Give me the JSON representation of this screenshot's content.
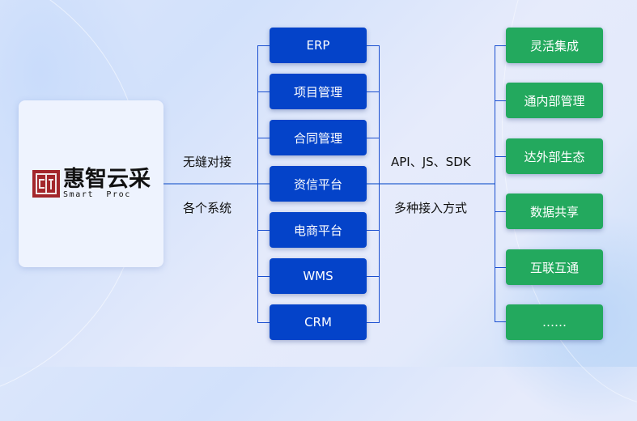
{
  "logo": {
    "name_cn": "惠智云采",
    "name_en": "Smart  Proc",
    "mark_color": "#a3262a"
  },
  "left_labels": {
    "top": "无缝对接",
    "bottom": "各个系统"
  },
  "systems": [
    {
      "label": "ERP"
    },
    {
      "label": "项目管理"
    },
    {
      "label": "合同管理"
    },
    {
      "label": "资信平台"
    },
    {
      "label": "电商平台"
    },
    {
      "label": "WMS"
    },
    {
      "label": "CRM"
    }
  ],
  "middle_labels": {
    "top": "API、JS、SDK",
    "bottom": "多种接入方式"
  },
  "benefits": [
    {
      "label": "灵活集成"
    },
    {
      "label": "通内部管理"
    },
    {
      "label": "达外部生态"
    },
    {
      "label": "数据共享"
    },
    {
      "label": "互联互通"
    },
    {
      "label": "……"
    }
  ],
  "colors": {
    "system_box": "#0443c9",
    "benefit_box": "#23a95e",
    "connector": "#1a4fd0",
    "main_connector": "#6f95e0"
  }
}
